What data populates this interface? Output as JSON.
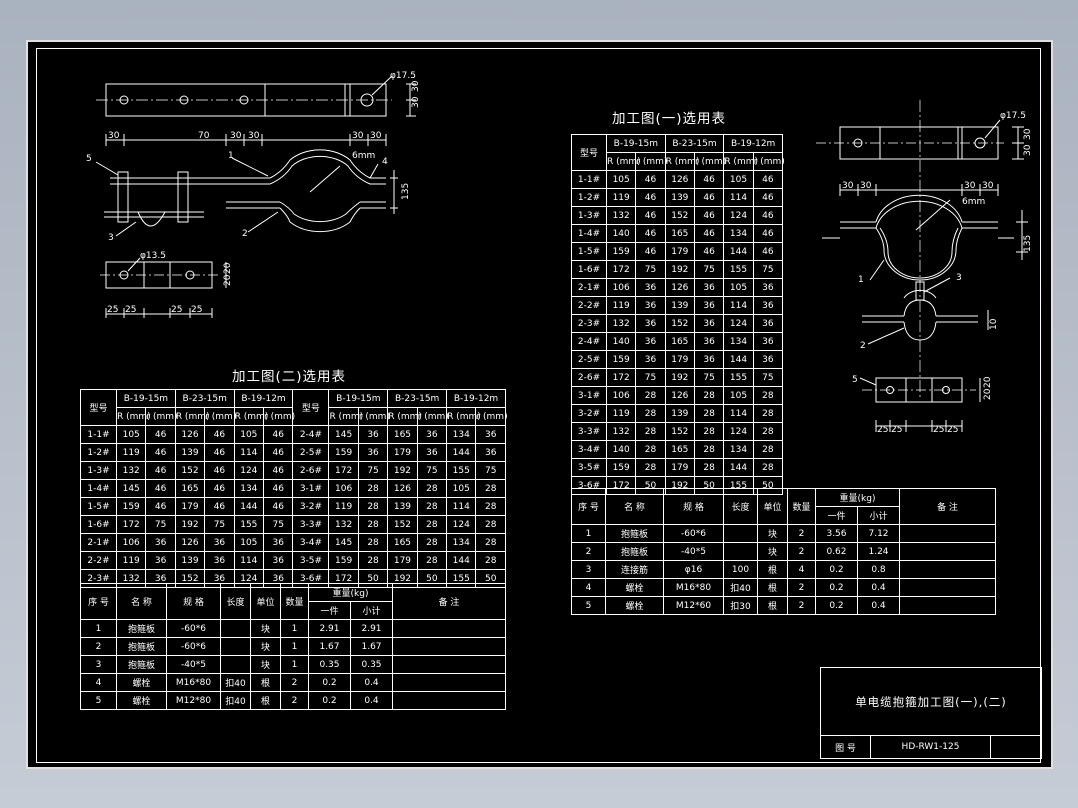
{
  "table1": {
    "title": "加工图(一)选用表",
    "model_header": "型号",
    "groups": [
      "B-19-15m",
      "B-23-15m",
      "B-19-12m"
    ],
    "subheaders": [
      "R (mm)",
      "r (mm)",
      "R (mm)",
      "r (mm)",
      "R (mm)",
      "r (mm)"
    ],
    "rows": [
      [
        "1-1#",
        "105",
        "46",
        "126",
        "46",
        "105",
        "46"
      ],
      [
        "1-2#",
        "119",
        "46",
        "139",
        "46",
        "114",
        "46"
      ],
      [
        "1-3#",
        "132",
        "46",
        "152",
        "46",
        "124",
        "46"
      ],
      [
        "1-4#",
        "140",
        "46",
        "165",
        "46",
        "134",
        "46"
      ],
      [
        "1-5#",
        "159",
        "46",
        "179",
        "46",
        "144",
        "46"
      ],
      [
        "1-6#",
        "172",
        "75",
        "192",
        "75",
        "155",
        "75"
      ],
      [
        "2-1#",
        "106",
        "36",
        "126",
        "36",
        "105",
        "36"
      ],
      [
        "2-2#",
        "119",
        "36",
        "139",
        "36",
        "114",
        "36"
      ],
      [
        "2-3#",
        "132",
        "36",
        "152",
        "36",
        "124",
        "36"
      ],
      [
        "2-4#",
        "140",
        "36",
        "165",
        "36",
        "134",
        "36"
      ],
      [
        "2-5#",
        "159",
        "36",
        "179",
        "36",
        "144",
        "36"
      ],
      [
        "2-6#",
        "172",
        "75",
        "192",
        "75",
        "155",
        "75"
      ],
      [
        "3-1#",
        "106",
        "28",
        "126",
        "28",
        "105",
        "28"
      ],
      [
        "3-2#",
        "119",
        "28",
        "139",
        "28",
        "114",
        "28"
      ],
      [
        "3-3#",
        "132",
        "28",
        "152",
        "28",
        "124",
        "28"
      ],
      [
        "3-4#",
        "140",
        "28",
        "165",
        "28",
        "134",
        "28"
      ],
      [
        "3-5#",
        "159",
        "28",
        "179",
        "28",
        "144",
        "28"
      ],
      [
        "3-6#",
        "172",
        "50",
        "192",
        "50",
        "155",
        "50"
      ]
    ]
  },
  "parts1": {
    "headers": {
      "no": "序 号",
      "name": "名 称",
      "spec": "规 格",
      "length": "长度",
      "unit": "单位",
      "qty": "数量",
      "weight": "重量(kg)",
      "each": "一件",
      "subtotal": "小计",
      "remark": "备 注"
    },
    "rows": [
      [
        "1",
        "抱箍板",
        "-60*6",
        "",
        "块",
        "2",
        "3.56",
        "7.12"
      ],
      [
        "2",
        "抱箍板",
        "-40*5",
        "",
        "块",
        "2",
        "0.62",
        "1.24"
      ],
      [
        "3",
        "连接筋",
        "φ16",
        "100",
        "根",
        "4",
        "0.2",
        "0.8"
      ],
      [
        "4",
        "螺栓",
        "M16*80",
        "扣40",
        "根",
        "2",
        "0.2",
        "0.4"
      ],
      [
        "5",
        "螺栓",
        "M12*60",
        "扣30",
        "根",
        "2",
        "0.2",
        "0.4"
      ]
    ]
  },
  "table2": {
    "title": "加工图(二)选用表",
    "model_header": "型号",
    "groups": [
      "B-19-15m",
      "B-23-15m",
      "B-19-12m"
    ],
    "subheaders": [
      "R (mm)",
      "r (mm)",
      "R (mm)",
      "r (mm)",
      "R (mm)",
      "r (mm)"
    ],
    "rows": [
      [
        "1-1#",
        "105",
        "46",
        "126",
        "46",
        "105",
        "46",
        "2-4#",
        "145",
        "36",
        "165",
        "36",
        "134",
        "36"
      ],
      [
        "1-2#",
        "119",
        "46",
        "139",
        "46",
        "114",
        "46",
        "2-5#",
        "159",
        "36",
        "179",
        "36",
        "144",
        "36"
      ],
      [
        "1-3#",
        "132",
        "46",
        "152",
        "46",
        "124",
        "46",
        "2-6#",
        "172",
        "75",
        "192",
        "75",
        "155",
        "75"
      ],
      [
        "1-4#",
        "145",
        "46",
        "165",
        "46",
        "134",
        "46",
        "3-1#",
        "106",
        "28",
        "126",
        "28",
        "105",
        "28"
      ],
      [
        "1-5#",
        "159",
        "46",
        "179",
        "46",
        "144",
        "46",
        "3-2#",
        "119",
        "28",
        "139",
        "28",
        "114",
        "28"
      ],
      [
        "1-6#",
        "172",
        "75",
        "192",
        "75",
        "155",
        "75",
        "3-3#",
        "132",
        "28",
        "152",
        "28",
        "124",
        "28"
      ],
      [
        "2-1#",
        "106",
        "36",
        "126",
        "36",
        "105",
        "36",
        "3-4#",
        "145",
        "28",
        "165",
        "28",
        "134",
        "28"
      ],
      [
        "2-2#",
        "119",
        "36",
        "139",
        "36",
        "114",
        "36",
        "3-5#",
        "159",
        "28",
        "179",
        "28",
        "144",
        "28"
      ],
      [
        "2-3#",
        "132",
        "36",
        "152",
        "36",
        "124",
        "36",
        "3-6#",
        "172",
        "50",
        "192",
        "50",
        "155",
        "50"
      ]
    ]
  },
  "parts2": {
    "rows": [
      [
        "1",
        "抱箍板",
        "-60*6",
        "",
        "块",
        "1",
        "2.91",
        "2.91"
      ],
      [
        "2",
        "抱箍板",
        "-60*6",
        "",
        "块",
        "1",
        "1.67",
        "1.67"
      ],
      [
        "3",
        "抱箍板",
        "-40*5",
        "",
        "块",
        "1",
        "0.35",
        "0.35"
      ],
      [
        "4",
        "螺栓",
        "M16*80",
        "扣40",
        "根",
        "2",
        "0.2",
        "0.4"
      ],
      [
        "5",
        "螺栓",
        "M12*80",
        "扣40",
        "根",
        "2",
        "0.2",
        "0.4"
      ]
    ]
  },
  "titleblock": {
    "title": "单电缆抱箍加工图(一),(二)",
    "drawing_no_label": "图 号",
    "drawing_no": "HD-RW1-125"
  },
  "drawing_labels": {
    "d175": "φ17.5",
    "d135": "φ13.5",
    "dim30": "30",
    "dim70": "70",
    "dim25": "25",
    "dim20": "20",
    "dim10": "10",
    "dim135": "135",
    "thick6": "6mm",
    "parts": [
      "1",
      "2",
      "3",
      "4",
      "5"
    ]
  }
}
